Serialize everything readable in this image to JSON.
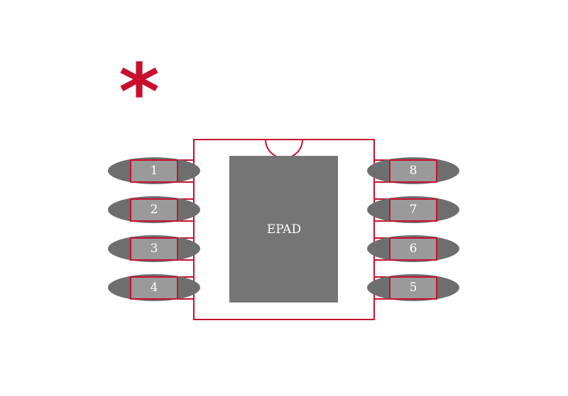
{
  "diagram": {
    "pin1_marker": "*",
    "epad_label": "EPAD",
    "pins": {
      "p1": "1",
      "p2": "2",
      "p3": "3",
      "p4": "4",
      "p5": "5",
      "p6": "6",
      "p7": "7",
      "p8": "8"
    }
  },
  "colors": {
    "outline": "#c8102e",
    "pad_fill": "#9a9a9a",
    "pad_ellipse": "#6e6e6e",
    "epad_fill": "#757575",
    "label": "#ffffff"
  }
}
